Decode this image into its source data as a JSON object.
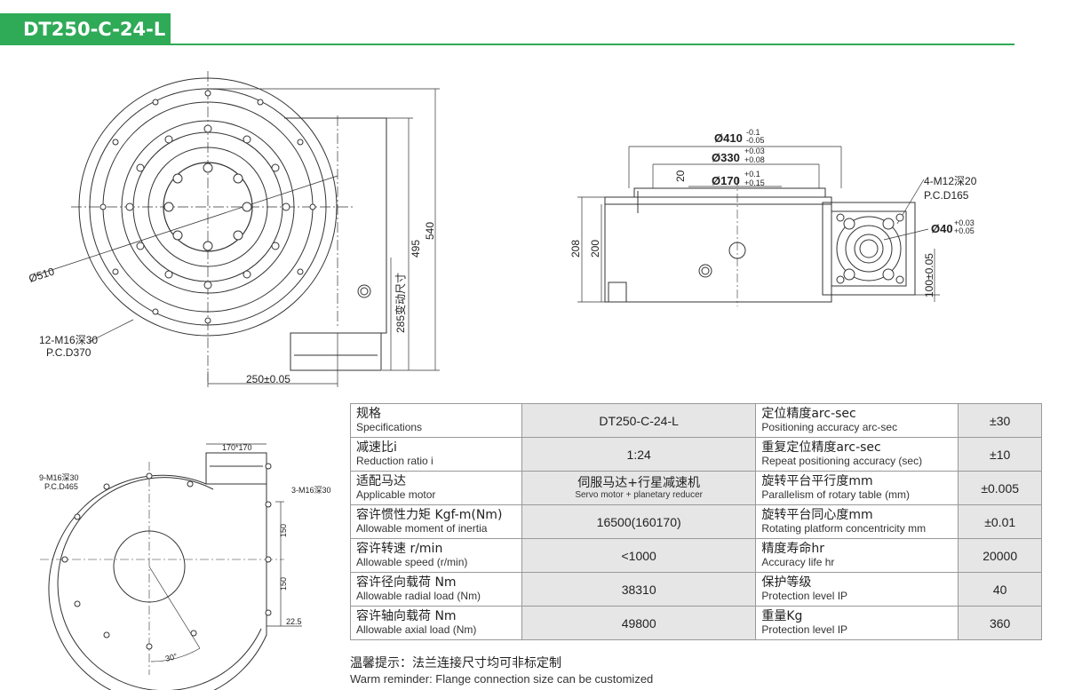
{
  "header": {
    "title": "DT250-C-24-L"
  },
  "drawing": {
    "top_view": {
      "dia_outer": "Ø510",
      "holes": "12-M16深30",
      "pcd": "P.C.D370",
      "dim_width": "250±0.05",
      "dim_495": "495",
      "dim_540": "540",
      "dim_285": "285变动尺寸"
    },
    "side_view": {
      "dia_410": "Ø410",
      "tol_410_up": "-0.1",
      "tol_410_dn": "-0.05",
      "dia_330": "Ø330",
      "tol_330_up": "+0.03",
      "tol_330_dn": "+0.08",
      "dia_170": "Ø170",
      "tol_170_up": "+0.1",
      "tol_170_dn": "+0.15",
      "dim_20": "20",
      "dim_208": "208",
      "dim_200": "200",
      "holes": "4-M12深20",
      "pcd": "P.C.D165",
      "dia_40": "Ø40",
      "tol_40_up": "+0.03",
      "tol_40_dn": "+0.05",
      "dim_100": "100±0.05"
    },
    "bottom_view": {
      "flange": "170*170",
      "holes_left": "9-M16深30",
      "pcd_left": "P.C.D465",
      "holes_right": "3-M16深30",
      "dim_150a": "150",
      "dim_150b": "150",
      "dim_225": "22.5",
      "angle": "30°"
    }
  },
  "specs": [
    {
      "l_cn": "规格",
      "l_en": "Specifications",
      "l_val": "DT250-C-24-L",
      "r_cn": "定位精度arc-sec",
      "r_en": "Positioning accuracy arc-sec",
      "r_val": "±30"
    },
    {
      "l_cn": "减速比i",
      "l_en": "Reduction ratio i",
      "l_val": "1:24",
      "r_cn": "重复定位精度arc-sec",
      "r_en": "Repeat positioning accuracy (sec)",
      "r_val": "±10"
    },
    {
      "l_cn": "适配马达",
      "l_en": "Applicable motor",
      "l_val": "伺服马达+行星减速机",
      "l_val2": "Servo motor + planetary reducer",
      "r_cn": "旋转平台平行度mm",
      "r_en": "Parallelism of rotary table (mm)",
      "r_val": "±0.005"
    },
    {
      "l_cn": "容许惯性力矩 Kgf-m(Nm)",
      "l_en": "Allowable moment of inertia",
      "l_val": "16500(160170)",
      "r_cn": "旋转平台同心度mm",
      "r_en": "Rotating platform concentricity mm",
      "r_val": "±0.01"
    },
    {
      "l_cn": "容许转速 r/min",
      "l_en": "Allowable speed (r/min)",
      "l_val": "<1000",
      "r_cn": "精度寿命hr",
      "r_en": "Accuracy life hr",
      "r_val": "20000"
    },
    {
      "l_cn": "容许径向载荷 Nm",
      "l_en": "Allowable radial load (Nm)",
      "l_val": "38310",
      "r_cn": "保护等级",
      "r_en": "Protection level IP",
      "r_val": "40"
    },
    {
      "l_cn": "容许轴向载荷 Nm",
      "l_en": "Allowable axial load (Nm)",
      "l_val": "49800",
      "r_cn": "重量Kg",
      "r_en": "Protection level IP",
      "r_val": "360"
    }
  ],
  "reminder": {
    "cn": "温馨提示：法兰连接尺寸均可非标定制",
    "en": "Warm reminder: Flange connection size can be customized"
  }
}
